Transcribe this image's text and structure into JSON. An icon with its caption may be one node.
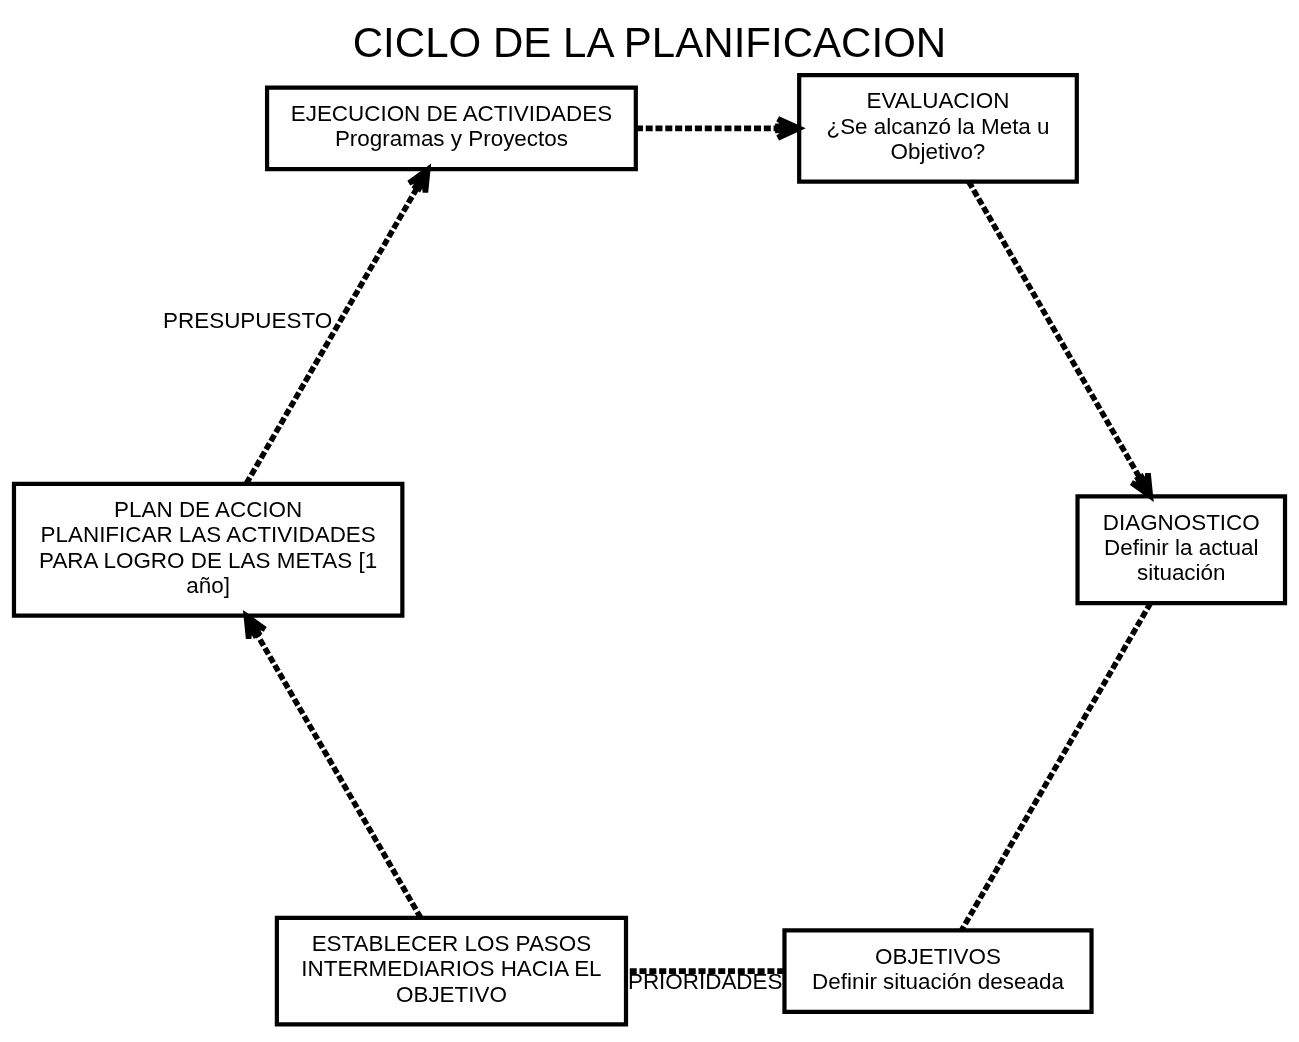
{
  "diagram": {
    "title": "CICLO DE LA PLANIFICACION",
    "nodes": [
      {
        "text": [
          "OBJETIVOS",
          "Definir situación deseada"
        ]
      },
      {
        "text": [
          "ESTABLECER LOS PASOS INTERMEDIARIOS HACIA EL OBJETIVO"
        ]
      },
      {
        "text": [
          "PLAN DE ACCION",
          "PLANIFICAR LAS ACTIVIDADES PARA LOGRO DE LAS METAS [1 año]"
        ]
      },
      {
        "text": [
          "EJECUCION DE ACTIVIDADES",
          "Programas y Proyectos"
        ]
      },
      {
        "text": [
          "EVALUACION",
          "¿Se alcanzó la Meta u Objetivo?"
        ]
      },
      {
        "text": [
          "DIAGNOSTICO",
          "Definir la actual situación"
        ]
      }
    ],
    "edges": [
      {
        "from": 0,
        "to": 1,
        "arrow": "none",
        "style": "dashed",
        "label": "PRIORIDADES"
      },
      {
        "from": 1,
        "to": 2,
        "arrow": "to",
        "style": "dashed"
      },
      {
        "from": 2,
        "to": 3,
        "arrow": "to",
        "style": "dashed",
        "label": "PRESUPUESTO"
      },
      {
        "from": 3,
        "to": 4,
        "arrow": "to",
        "style": "dashed"
      },
      {
        "from": 4,
        "to": 5,
        "arrow": "to",
        "style": "dashed"
      },
      {
        "from": 5,
        "to": 0,
        "arrow": "none",
        "style": "dashed"
      }
    ]
  }
}
